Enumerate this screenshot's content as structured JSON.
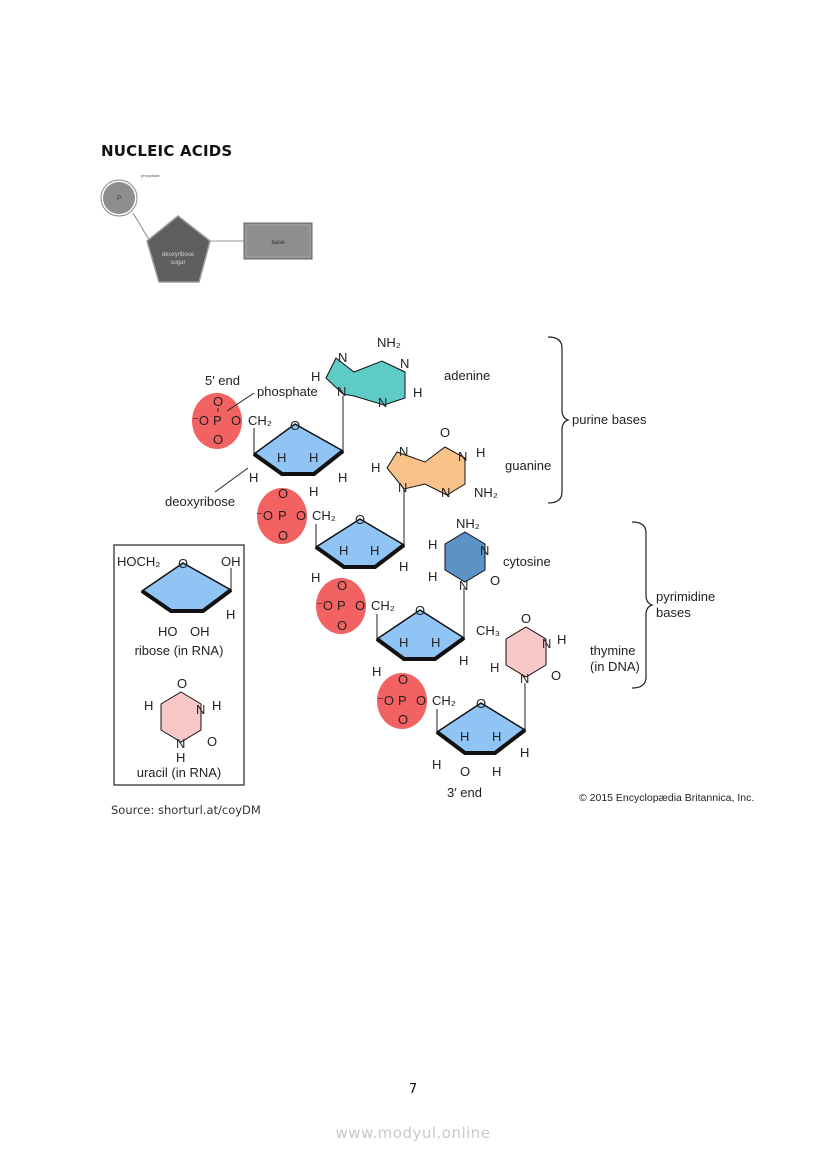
{
  "page": {
    "title": "NUCLEIC ACIDS",
    "page_number": "7",
    "watermark": "www.modyul.online",
    "source": "Source: shorturl.at/coyDM"
  },
  "nucleotide_schematic": {
    "phosphate_caption": "phosphate",
    "phosphate_symbol": "P",
    "sugar_label_1": "deoxyribose",
    "sugar_label_2": "sugar",
    "base_label": "base"
  },
  "dna_figure": {
    "five_prime_end": "5′ end",
    "three_prime_end": "3′ end",
    "phosphate_label": "phosphate",
    "deoxyribose_label": "deoxyribose",
    "bases": {
      "adenine": "adenine",
      "guanine": "guanine",
      "cytosine": "cytosine",
      "thymine_1": "thymine",
      "thymine_2": "(in DNA)"
    },
    "groups": {
      "purine_bases": "purine bases",
      "pyrimidine_1": "pyrimidine",
      "pyrimidine_2": "bases"
    },
    "inset": {
      "ribose_label": "ribose (in RNA)",
      "uracil_label": "uracil (in RNA)"
    },
    "atoms": {
      "N": "N",
      "H": "H",
      "O": "O",
      "P": "P",
      "OH": "OH",
      "HO": "HO",
      "CH2": "CH₂",
      "NH2": "NH₂",
      "CH3": "CH₃",
      "HOCH2": "HOCH₂",
      "negO": "⁻O"
    },
    "copyright": "© 2015 Encyclopædia Britannica, Inc."
  },
  "colors": {
    "phosphate": "#f26262",
    "sugar": "#8fc4f5",
    "adenine": "#5ecbc6",
    "guanine": "#f9c28a",
    "cytosine": "#5d92c6",
    "thymine": "#f8c8c8",
    "schematic_gray": "#8e8e8e",
    "schematic_dark": "#5e5e5e"
  }
}
